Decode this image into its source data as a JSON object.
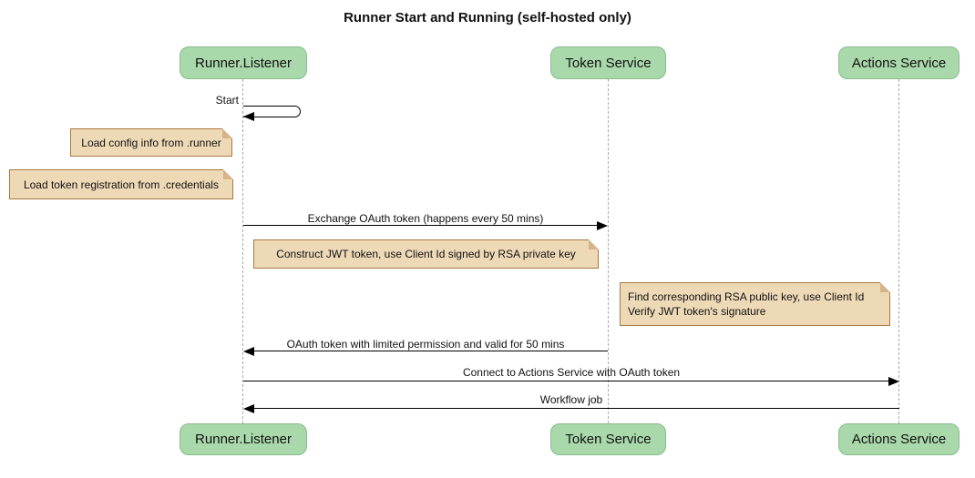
{
  "title": "Runner Start and Running (self-hosted only)",
  "participants": [
    {
      "label": "Runner.Listener"
    },
    {
      "label": "Token Service"
    },
    {
      "label": "Actions Service"
    }
  ],
  "messages": [
    {
      "label": "Start",
      "from": "Runner.Listener",
      "to": "Runner.Listener",
      "type": "self"
    },
    {
      "label": "Exchange OAuth token (happens every 50 mins)",
      "from": "Runner.Listener",
      "to": "Token Service"
    },
    {
      "label": "OAuth token with limited permission and valid for 50 mins",
      "from": "Token Service",
      "to": "Runner.Listener"
    },
    {
      "label": "Connect to Actions Service with OAuth token",
      "from": "Runner.Listener",
      "to": "Actions Service"
    },
    {
      "label": "Workflow job",
      "from": "Actions Service",
      "to": "Runner.Listener"
    }
  ],
  "notes": [
    {
      "text": "Load config info from .runner"
    },
    {
      "text": "Load token registration from .credentials"
    },
    {
      "text": "Construct JWT token, use Client Id signed by RSA private key"
    },
    {
      "text": "Find corresponding RSA public key, use Client Id\nVerify JWT token's signature"
    }
  ],
  "colors": {
    "participant_fill": "#a9d8ab",
    "participant_border": "#8abc8d",
    "note_fill": "#eed9b7",
    "note_border": "#aa7941",
    "lifeline": "#aaaaaa",
    "arrow": "#000000"
  }
}
